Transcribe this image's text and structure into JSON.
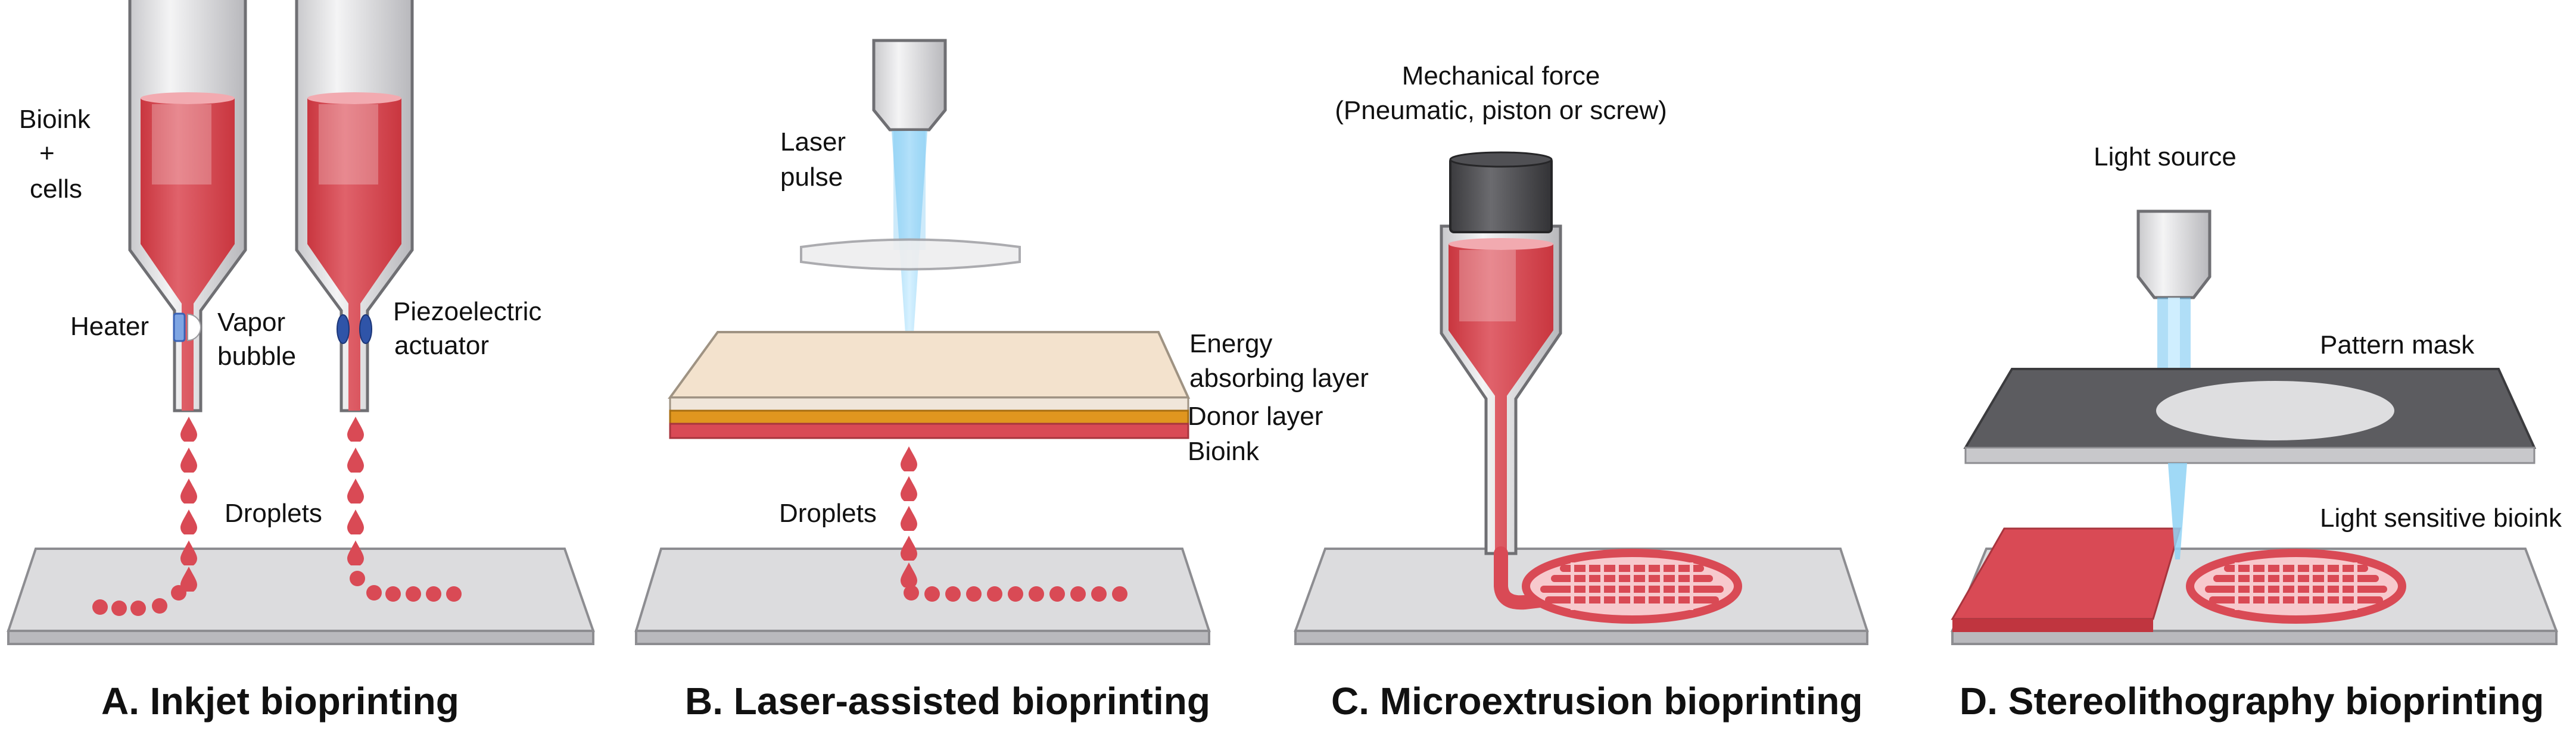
{
  "colors": {
    "ink": "#d94a55",
    "ink_dark": "#c0353f",
    "ink_light": "#ee9aa1",
    "metal": "#e6e6e8",
    "metal_edge": "#6f6f73",
    "laser": "#6fc3f0",
    "platform": "#d9d9db",
    "platform_edge": "#a9a9ad"
  },
  "panel_a": {
    "label_bioink": "Bioink",
    "label_plus": "+",
    "label_cells": "cells",
    "label_heater": "Heater",
    "label_vapor": "Vapor",
    "label_bubble": "bubble",
    "label_piezo": "Piezoelectric",
    "label_actuator": "actuator",
    "label_droplets": "Droplets",
    "title": "A. Inkjet bioprinting"
  },
  "panel_b": {
    "label_laser": "Laser",
    "label_pulse": "pulse",
    "label_energy": "Energy",
    "label_absorbing": "absorbing layer",
    "label_donor": "Donor layer",
    "label_bioink": "Bioink",
    "label_droplets": "Droplets",
    "title": "B. Laser-assisted bioprinting"
  },
  "panel_c": {
    "label_force": "Mechanical force",
    "label_force_sub": "(Pneumatic, piston or screw)",
    "title": "C. Microextrusion bioprinting"
  },
  "panel_d": {
    "label_light": "Light source",
    "label_mask": "Pattern mask",
    "label_sensitive": "Light sensitive bioink",
    "title": "D. Stereolithography bioprinting"
  }
}
